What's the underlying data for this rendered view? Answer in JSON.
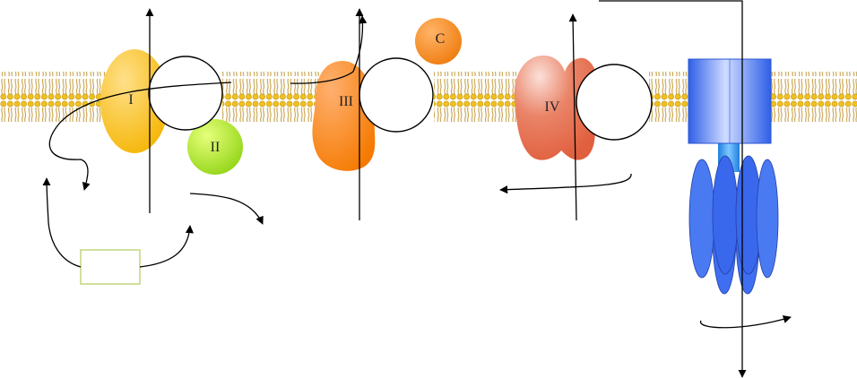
{
  "labels": {
    "complex_1": "I",
    "complex_2": "II",
    "complex_3": "III",
    "complex_4": "IV",
    "cytochrome_c": "C"
  },
  "colors": {
    "complex_1": "#f5b400",
    "complex_2": "#9fe21a",
    "complex_3": "#f57a00",
    "complex_4": "#e36a4a",
    "cytochrome_c": "#f07f10",
    "atp_synthase": "#3f6ff0",
    "lipid_head": "#f0c020",
    "lipid_tail": "#c8a24a",
    "box_border": "#b7cf6a"
  }
}
